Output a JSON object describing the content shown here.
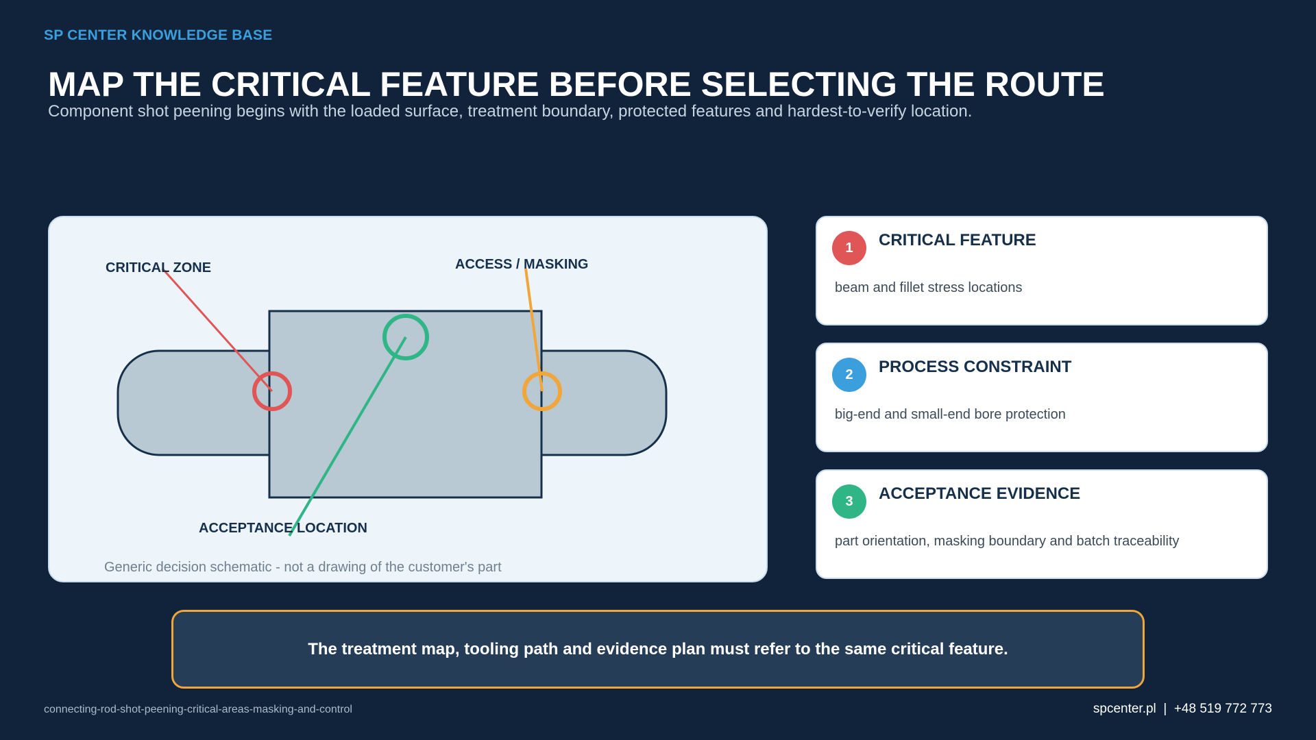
{
  "header": {
    "brand": "SP CENTER KNOWLEDGE BASE",
    "title": "MAP THE CRITICAL FEATURE BEFORE SELECTING THE ROUTE",
    "subtitle": "Component shot peening begins with the loaded surface, treatment boundary, protected features and hardest-to-verify location."
  },
  "diagram": {
    "labels": {
      "critical_zone": "CRITICAL ZONE",
      "access_masking": "ACCESS / MASKING",
      "acceptance_location": "ACCEPTANCE LOCATION"
    },
    "caption": "Generic decision schematic - not a drawing of the customer's part",
    "colors": {
      "critical": "#e05555",
      "access": "#f0a63a",
      "acceptance": "#2fb586",
      "part_fill": "#b8c9d3",
      "part_stroke": "#16304b"
    }
  },
  "cards": [
    {
      "number": "1",
      "title": "CRITICAL FEATURE",
      "text": "beam and fillet stress locations",
      "color": "#e05555"
    },
    {
      "number": "2",
      "title": "PROCESS CONSTRAINT",
      "text": "big-end and small-end bore protection",
      "color": "#3a9fdc"
    },
    {
      "number": "3",
      "title": "ACCEPTANCE EVIDENCE",
      "text": "part orientation, masking boundary and batch traceability",
      "color": "#2fb586"
    }
  ],
  "callout": {
    "text": "The treatment map, tooling path and evidence plan must refer to the same critical feature.",
    "border_color": "#f0a63a"
  },
  "footer": {
    "slug": "connecting-rod-shot-peening-critical-areas-masking-and-control",
    "contact": "spcenter.pl  |  +48 519 772 773"
  }
}
